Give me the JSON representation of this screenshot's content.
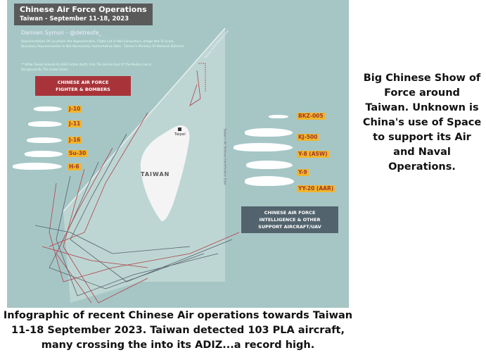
{
  "infographic": {
    "title": "Chinese Air Force Operations",
    "subtitle": "Taiwan - September 11-18, 2023",
    "author": "Damien Symon - @detresfa_",
    "disclaimer": "Representation Of Locations Are Approximates, Flight List Is Not Exhaustive, Image Not To Scale, Boundary Representation Is Not Necessarily Authoritative Data - Taiwan's Ministry Of National Defense",
    "note": "** While Taiwan Extends Its ADIZ Further North, Only The Section East Of The Median Line Is Recognized By The United States",
    "median_line": "Taiwan Strait Median Line",
    "adiz_label": "Taiwan's Air Defense Identification Zone",
    "island": "TAIWAN",
    "city": "Taipei",
    "fighter_box": [
      "CHINESE AIR FORCE",
      "FIGHTER & BOMBERS"
    ],
    "fighters": [
      "J-10",
      "J-11",
      "J-16",
      "Su-30",
      "H-6"
    ],
    "support_box": [
      "CHINESE AIR FORCE",
      "INTELLIGENCE & OTHER",
      "SUPPORT AIRCRAFT/UAV"
    ],
    "support": [
      "BKZ-005",
      "KJ-500",
      "Y-8 (ASW)",
      "Y-9",
      "YY-20 (AAR)"
    ]
  },
  "side_text": "Big Chinese Show of Force around Taiwan.  Unknown is China's use of Space to support its Air and Naval Operations.",
  "caption": "Infographic of recent Chinese Air operations towards Taiwan 11-18 September 2023. Taiwan detected 103 PLA aircraft, many crossing the into its ADIZ...a record high."
}
